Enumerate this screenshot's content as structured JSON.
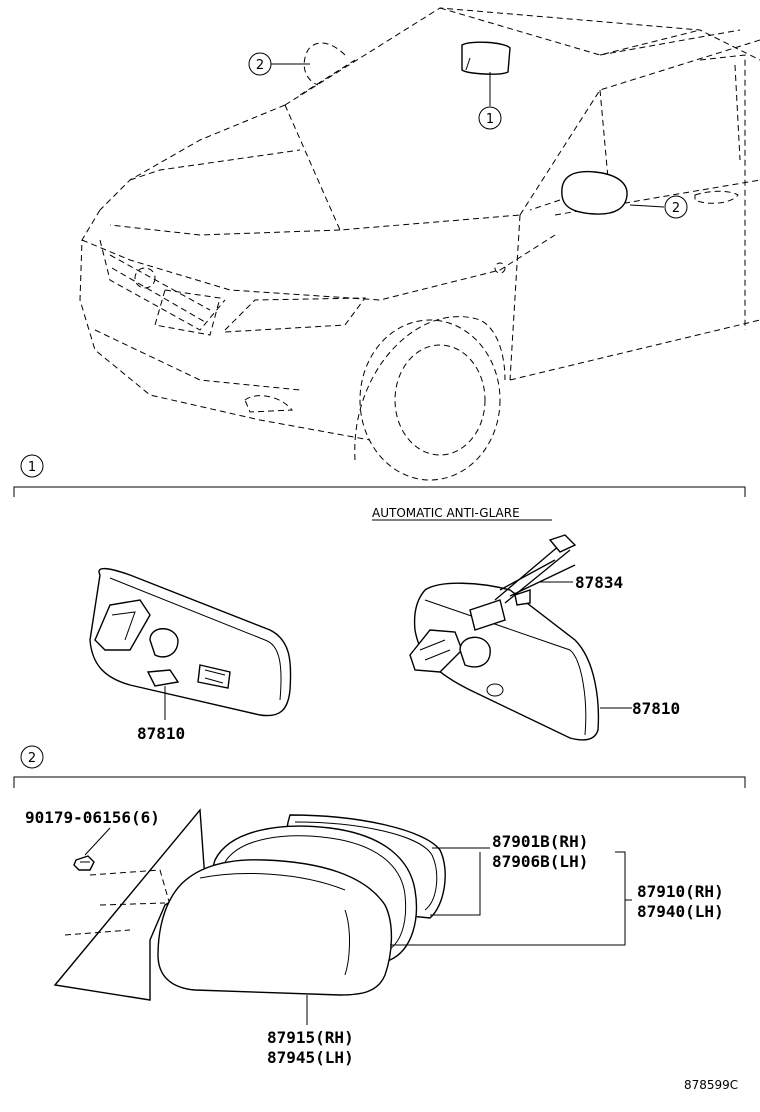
{
  "callouts": {
    "top_ref_1": "1",
    "top_ref_2a": "2",
    "top_ref_2b": "2",
    "section_1": "1",
    "section_2": "2"
  },
  "section1": {
    "caption": "AUTOMATIC ANTI-GLARE",
    "part_left": "87810",
    "part_right_harness": "87834",
    "part_right_mirror": "87810"
  },
  "section2": {
    "bolt": "90179-06156(6)",
    "cover_rh": "87901B(RH)",
    "cover_lh": "87906B(LH)",
    "assy_rh": "87910(RH)",
    "assy_lh": "87940(LH)",
    "glass_rh": "87915(RH)",
    "glass_lh": "87945(LH)"
  },
  "diagram_code": "878599C"
}
